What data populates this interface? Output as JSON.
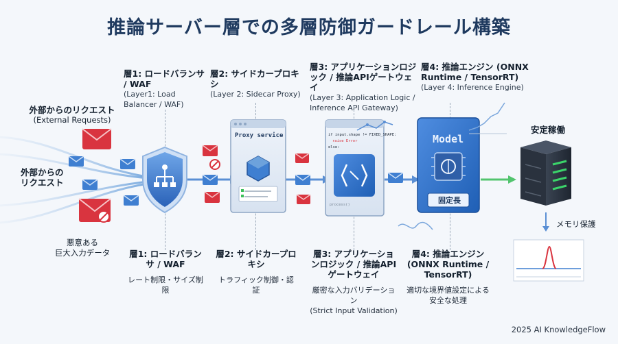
{
  "title": "推論サーバー層での多層防御ガードレール構築",
  "sources": {
    "external_1": {
      "ja": "外部からのリクエスト",
      "en": "(External Requests)"
    },
    "external_2": {
      "ja_line1": "外部からの",
      "ja_line2": "リクエスト"
    },
    "malicious": {
      "line1": "悪意ある",
      "line2": "巨大入力データ"
    }
  },
  "layers_top": [
    {
      "ja": "層1: ロードバランサ / WAF",
      "en": "(Layer1: Load Balancer / WAF)"
    },
    {
      "ja": "層2: サイドカープロキシ",
      "en": "(Layer 2: Sidecar Proxy)"
    },
    {
      "ja": "層3: アプリケーションロジック / 推論APIゲートウェイ",
      "en": "(Layer 3: Application Logic / Inference API Gateway)"
    },
    {
      "ja": "層4: 推論エンジン (ONNX Runtime / TensorRT)",
      "en": "(Layer 4: Inference Engine)"
    }
  ],
  "layers_bottom": [
    {
      "ja": "層1: ロードバランサ / WAF",
      "desc": "レート制限・サイズ制限"
    },
    {
      "ja": "層2: サイドカープロキシ",
      "desc": "トラフィック制御・認証"
    },
    {
      "ja": "層3: アプリケーションロジック / 推論APIゲートウェイ",
      "desc": "厳密な入力バリデーション",
      "desc_en": "(Strict Input Validation)"
    },
    {
      "ja": "層4: 推論エンジン (ONNX Runtime / TensorRT)",
      "desc": "適切な境界値設定による安全な処理"
    }
  ],
  "panels": {
    "proxy_title": "Proxy service",
    "code_line1": "if input.shape != FIXED_SHAPE:",
    "code_line2": "raise Error",
    "code_line3": "else:",
    "code_line4": "process()",
    "model_title": "Model",
    "model_badge": "固定長"
  },
  "outputs": {
    "stable": "安定稼働",
    "memory": "メモリ保護"
  },
  "footer": "2025 AI KnowledgeFlow",
  "colors": {
    "accent": "#2f6fc9",
    "danger": "#d9343f",
    "safe": "#3bbf5a",
    "title": "#1f3a5f"
  }
}
